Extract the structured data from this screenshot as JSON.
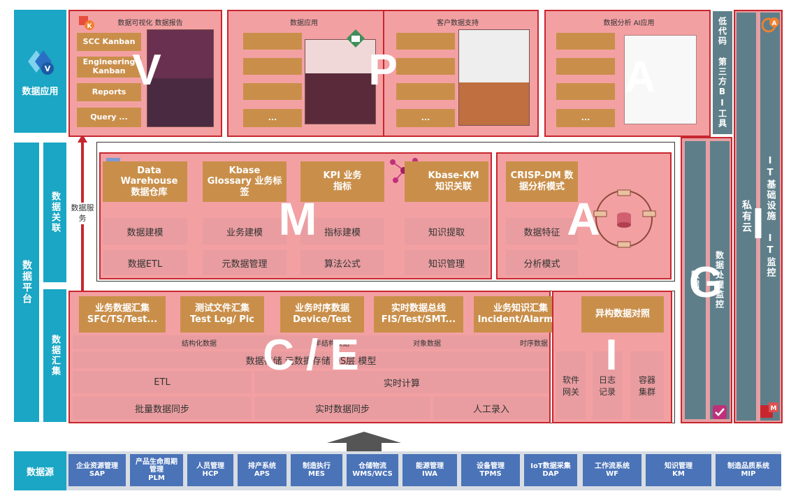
{
  "left": {
    "app_label": "数据应用",
    "platform_label": "数据平台",
    "link_label": "数据关联",
    "collect_label": "数据汇集",
    "source_label": "数据源",
    "service_label": "数据服务"
  },
  "top": {
    "viz_title": "数据可视化 数据报告",
    "viz_items": [
      "SCC Kanban",
      "Engineering Kanban",
      "Reports",
      "Query ..."
    ],
    "app_title": "数据应用",
    "app_items": [
      "",
      "",
      "",
      "..."
    ],
    "cust_title": "客户数据支持",
    "cust_items": [
      "",
      "",
      "",
      "..."
    ],
    "ai_title": "数据分析 AI应用",
    "ai_items": [
      "",
      "",
      "",
      "..."
    ],
    "big_v": "V",
    "big_p": "P",
    "big_a": "A"
  },
  "middle": {
    "m_headers": [
      "Data Warehouse数据仓库",
      "Kbase Glossary 业务标签",
      "KPI 业务指标",
      "Kbase-KM 知识关联"
    ],
    "m_row1": [
      "数据建模",
      "业务建模",
      "指标建模",
      "知识提取"
    ],
    "m_row2": [
      "数据ETL",
      "元数据管理",
      "算法公式",
      "知识管理"
    ],
    "a_header": "CRISP-DM 数据分析模式",
    "a_row1": "数据特征",
    "a_row2": "分析模式",
    "big_m": "M",
    "big_a": "A"
  },
  "collect": {
    "headers": [
      "业务数据汇集 SFC/TS/Test...",
      "测试文件汇集 Test Log/ Pic",
      "业务时序数据 Device/Test",
      "实时数据总线 FIS/Test/SMT...",
      "业务知识汇集 Incident/Alarm..."
    ],
    "types": [
      "结构化数据",
      "半结构数据",
      "对象数据",
      "时序数据"
    ],
    "storage": "数据存储 元数据存储 DS层 模型",
    "etl": "ETL",
    "realtime_calc": "实时计算",
    "batch_sync": "批量数据同步",
    "realtime_sync": "实时数据同步",
    "manual": "人工录入",
    "big_ce": "C / E",
    "i_header": "异构数据对照",
    "i_items": [
      "软件网关",
      "日志记录",
      "容器集群"
    ],
    "big_i": "I"
  },
  "right": {
    "lowcode": "低代码 第三方BI工具",
    "gov1": "数据",
    "gov2": "数据处理监控",
    "big_g": "G",
    "private_cloud": "私有云",
    "it_infra": "IT基础设施 IT监控",
    "big_i": "I"
  },
  "sources": [
    {
      "name": "企业资源管理",
      "code": "SAP"
    },
    {
      "name": "产品生命周期管理",
      "code": "PLM"
    },
    {
      "name": "人员管理",
      "code": "HCP"
    },
    {
      "name": "排产系统",
      "code": "APS"
    },
    {
      "name": "制造执行",
      "code": "MES"
    },
    {
      "name": "仓储物流",
      "code": "WMS/WCS"
    },
    {
      "name": "能源管理",
      "code": "IWA"
    },
    {
      "name": "设备管理",
      "code": "TPMS"
    },
    {
      "name": "IoT数据采集",
      "code": "DAP"
    },
    {
      "name": "工作流系统",
      "code": "WF"
    },
    {
      "name": "知识管理",
      "code": "KM"
    },
    {
      "name": "制造品质系统",
      "code": "MIP"
    }
  ],
  "colors": {
    "teal": "#1aa6c4",
    "red_outline": "#c8262e",
    "pink": "#f3a0a3",
    "gold": "#c98f4a",
    "slate": "#5e7f8a",
    "blue": "#4a73b8"
  }
}
